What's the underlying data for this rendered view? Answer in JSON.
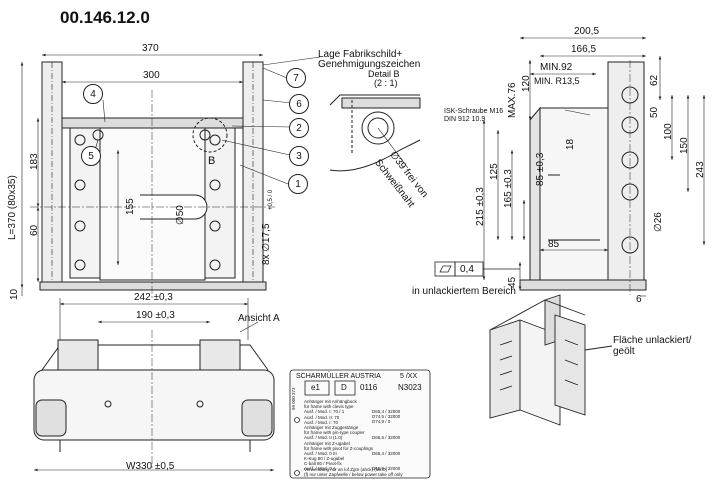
{
  "title": "00.146.12.0",
  "front": {
    "dim_370": "370",
    "dim_300": "300",
    "dim_183": "183",
    "dim_L": "L=370 (80x35)",
    "dim_155": "155",
    "dim_60": "60",
    "dim_10": "10",
    "dim_dia50": "∅50",
    "dim_8x": "8x ∅17,5",
    "dim_tol": "+0,5 / 0",
    "detail_ref": "B"
  },
  "labels": {
    "fabrikschild_line1": "Lage Fabrikschild+",
    "fabrikschild_line2": "Genehmigungszeichen",
    "detail_b": "Detail B",
    "detail_scale": "(2 : 1)",
    "schweiss": "∅39 frei von",
    "schweiss2": "Schweißnaht",
    "ansicht_a": "Ansicht A",
    "unlackiert": "in unlackiertem Bereich",
    "flaeche1": "Fläche unlackiert/",
    "flaeche2": "geölt",
    "schraube1": "ISK-Schraube M16",
    "schraube2": "DIN 912  10.9"
  },
  "balloons": [
    "1",
    "2",
    "3",
    "4",
    "5",
    "6",
    "7"
  ],
  "side": {
    "dim_200": "200,5",
    "dim_166": "166,5",
    "dim_min92": "MIN.92",
    "dim_minR": "MIN. R13,5",
    "dim_max76": "MAX.76",
    "dim_120": "120",
    "dim_62": "62",
    "dim_50": "50",
    "dim_100": "100",
    "dim_150": "150",
    "dim_243": "243",
    "dim_18": "18",
    "dim_85v": "85 ±0,3",
    "dim_125": "125",
    "dim_165": "165 ±0,3",
    "dim_215": "215 ±0,3",
    "dim_85h": "85",
    "dim_dia26": "∅26",
    "dim_45": "45",
    "dim_6": "6",
    "flatness": "0,4"
  },
  "bottom": {
    "dim_242": "242 ±0,3",
    "dim_190": "190 ±0,3",
    "dim_w330": "W330 ±0,5"
  },
  "plate": {
    "maker": "SCHARMÜLLER  AUSTRIA",
    "series": "5 /XX",
    "e1": "e1",
    "d": "D",
    "num": "0116",
    "approval": "N3023",
    "lines_a": [
      "Anhänger mit Anhängbock",
      "für frame with clevis type",
      "Ausf. / Mod. I: 70 / 1",
      "Ausf. / Mod. II: 70",
      "Ausf. / Mod. I: 70"
    ],
    "lines_a_right": [
      "D65,4 / 32000",
      "D74,5 / 32000",
      "D74,9 / 0"
    ],
    "lines_b": [
      "Anhänger mit Zuggestänge",
      "für frame with pin-type coupler",
      "Ausf. / Mod. II (1.0)"
    ],
    "lines_b_right": [
      "D66,5 / 32000"
    ],
    "lines_c": [
      "Anhänger mit Z-ugabel",
      "für frame with pivot for Z-couplings",
      "Ausf. / Mod. 0 III"
    ],
    "lines_c_right": [
      "D65,4 / 32000"
    ],
    "lines_d": [
      "K-Kug 80 / Z-ugabel",
      "C-ball 80 / Pivot-fix",
      "Ausf. / Mod. 0 A"
    ],
    "lines_d_right": [
      "D65,0 / 32000"
    ],
    "footer1": "Verwendung nur an lof.Zgm (ahck) (lwl.D)",
    "footer2": "(f) nur unter Zapfwelle / below power take off only",
    "side_num": "99 000 373"
  }
}
